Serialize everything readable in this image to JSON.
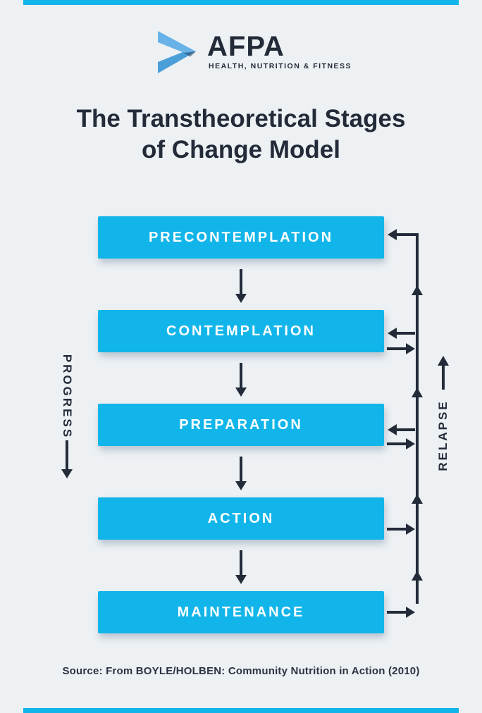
{
  "colors": {
    "bg": "#edf1f4",
    "cyan": "#12b5e9",
    "navy": "#232b39",
    "logo_top": "#69b2e8",
    "logo_bottom": "#4b9fd9",
    "caption": "#2b3342"
  },
  "logo": {
    "wordmark": "AFPA",
    "tagline": "HEALTH, NUTRITION & FITNESS",
    "mark_icon": "chevron-ribbon-icon"
  },
  "title": {
    "line1": "The Transtheoretical Stages",
    "line2": "of Change Model"
  },
  "stages": [
    "PRECONTEMPLATION",
    "CONTEMPLATION",
    "PREPARATION",
    "ACTION",
    "MAINTENANCE"
  ],
  "axis_labels": {
    "progress": "PROGRESS",
    "relapse": "RELAPSE"
  },
  "source": "Source: From BOYLE/HOLBEN: Community Nutrition in Action (2010)"
}
